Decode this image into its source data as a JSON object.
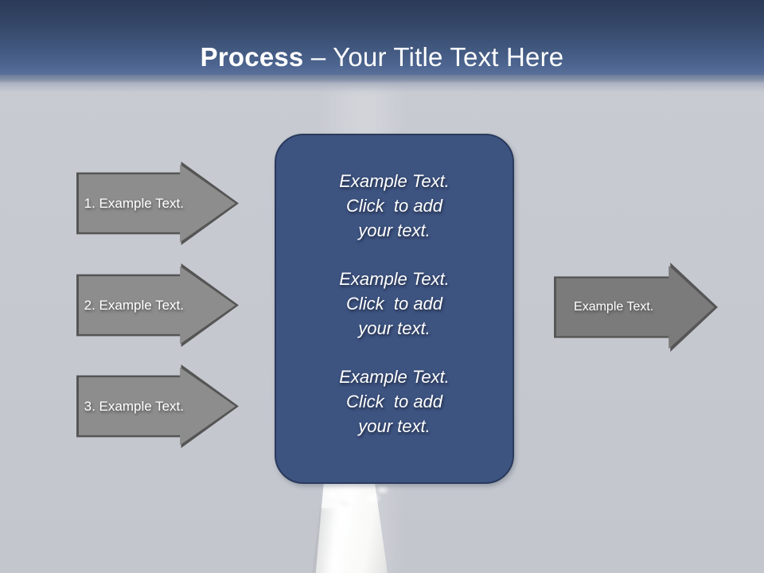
{
  "slide": {
    "title": {
      "bold_part": "Process",
      "rest_part": " – Your Title Text Here"
    },
    "background_color": "#c6c9d0",
    "header_color_top": "#2b3a57",
    "header_color_bottom": "#5a7099",
    "accent_box_color": "#3d5380",
    "arrow_color": "#8c8c8c",
    "arrow_right_color": "#7b7b7b",
    "arrow_border_color": "#555555"
  },
  "left_arrows": [
    {
      "label": "1. Example Text."
    },
    {
      "label": "2. Example Text."
    },
    {
      "label": "3. Example Text."
    }
  ],
  "center_box": {
    "blocks": [
      {
        "line1": "Example Text.",
        "line2": "Click  to add",
        "line3": "your text."
      },
      {
        "line1": "Example Text.",
        "line2": "Click  to add",
        "line3": "your text."
      },
      {
        "line1": "Example Text.",
        "line2": "Click  to add",
        "line3": "your text."
      }
    ]
  },
  "right_arrow": {
    "label": "Example Text."
  }
}
